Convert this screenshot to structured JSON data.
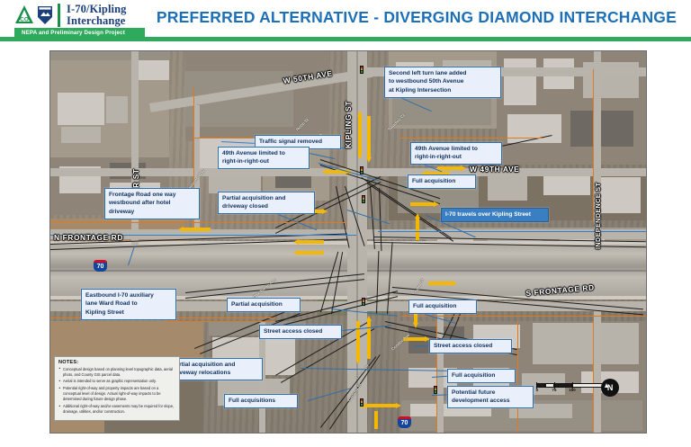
{
  "header": {
    "logo_line1": "I-70/Kipling",
    "logo_line2": "Interchange",
    "logo_badge": "CO",
    "subtitle": "NEPA and Preliminary Design Project",
    "title": "PREFERRED ALTERNATIVE - DIVERGING DIAMOND INTERCHANGE",
    "brand_green": "#2faa5d",
    "brand_blue": "#1d6fb8"
  },
  "map": {
    "street_labels": [
      {
        "name": "W 50TH AVE"
      },
      {
        "name": "KIPLING ST"
      },
      {
        "name": "W 49TH AVE"
      },
      {
        "name": "MILLER ST"
      },
      {
        "name": "INDEPENDENCE ST"
      },
      {
        "name": "N FRONTAGE RD"
      },
      {
        "name": "S FRONTAGE RD"
      }
    ],
    "mini_streets": [
      "Swadley Ct",
      "Robb St",
      "Cypress",
      "Ammons Way",
      "Hoyt St",
      "Oak Ridge Ave",
      "Condor Ave",
      "Teller St",
      "Garland St",
      "Lamar Dr"
    ],
    "route_shield": "70"
  },
  "callouts": [
    {
      "id": "c1",
      "text": "Second left turn lane added\nto westbound 50th Avenue\nat Kipling Intersection",
      "style": "outline"
    },
    {
      "id": "c2",
      "text": "Traffic signal removed",
      "style": "outline"
    },
    {
      "id": "c3",
      "text": "49th Avenue limited to\nright-in-right-out",
      "style": "outline"
    },
    {
      "id": "c4",
      "text": "49th Avenue limited to\nright-in-right-out",
      "style": "outline"
    },
    {
      "id": "c5",
      "text": "Full acquisition",
      "style": "outline"
    },
    {
      "id": "c6",
      "text": "Frontage Road one way\nwestbound after hotel\ndriveway",
      "style": "outline"
    },
    {
      "id": "c7",
      "text": "Partial acquisition and\ndriveway closed",
      "style": "outline"
    },
    {
      "id": "c8",
      "text": "I-70 travels over Kipling Street",
      "style": "highlight"
    },
    {
      "id": "c9",
      "text": "Eastbound I-70 auxiliary\nlane Ward Road to\nKipling Street",
      "style": "outline"
    },
    {
      "id": "c10",
      "text": "Partial acquisition",
      "style": "outline"
    },
    {
      "id": "c11",
      "text": "Street access closed",
      "style": "outline"
    },
    {
      "id": "c12",
      "text": "Full acquisition",
      "style": "outline"
    },
    {
      "id": "c13",
      "text": "Street access closed",
      "style": "outline"
    },
    {
      "id": "c14",
      "text": "Partial acquisition and\ndriveway relocations",
      "style": "outline"
    },
    {
      "id": "c15",
      "text": "Full acquisition",
      "style": "outline"
    },
    {
      "id": "c16",
      "text": "Potential future\ndevelopment access",
      "style": "outline"
    },
    {
      "id": "c17",
      "text": "Full acquisitions",
      "style": "outline"
    }
  ],
  "notes": {
    "heading": "NOTES:",
    "items": [
      "Conceptual design based on planning level topographic data, aerial photo, and County GIS parcel data.",
      "Aerial is intended to serve as graphic representation only.",
      "Potential right-of-way and property impacts are based on a conceptual level of design. Actual right-of-way impacts to be determined during future design phase.",
      "Additional right-of-way and/or easements may be required for slope, drainage, utilities, and/or construction."
    ]
  },
  "scale": {
    "labels": [
      "0",
      "75",
      "150",
      "300"
    ],
    "unit": ""
  },
  "compass": {
    "label": "N"
  }
}
